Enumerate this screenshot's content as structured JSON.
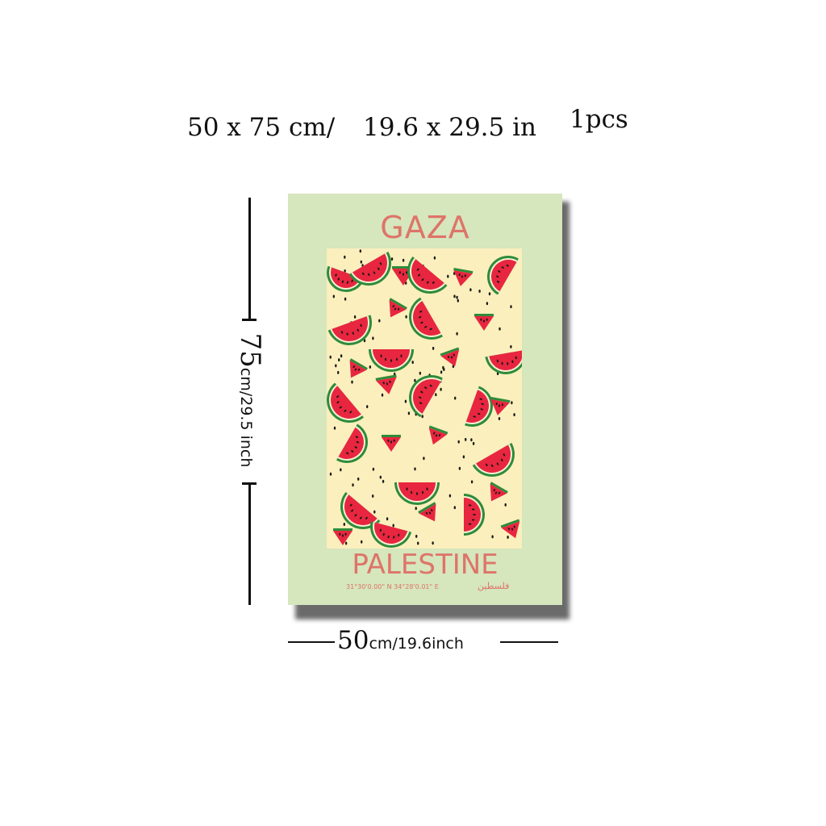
{
  "headline": {
    "size_cm": "50 x 75 cm/",
    "size_in": "19.6 x 29.5 in",
    "quantity": "1pcs"
  },
  "poster": {
    "title": "GAZA",
    "subtitle": "PALESTINE",
    "coordinates": "31°30'0.00\" N 34°28'0.01\" E",
    "arabic_name": "فلسطين",
    "colors": {
      "background": "#d6e6bd",
      "pattern_background": "#fbefbd",
      "text": "#de7469",
      "watermelon_flesh": "#e8263f",
      "watermelon_rind": "#2e8b3a",
      "seeds": "#1a1a1a"
    },
    "pattern_icon": "watermelon-slice-icon"
  },
  "dimensions": {
    "height_value": "75",
    "height_units": "cm/29.5 inch",
    "width_value": "50",
    "width_units": "cm/19.6inch"
  }
}
